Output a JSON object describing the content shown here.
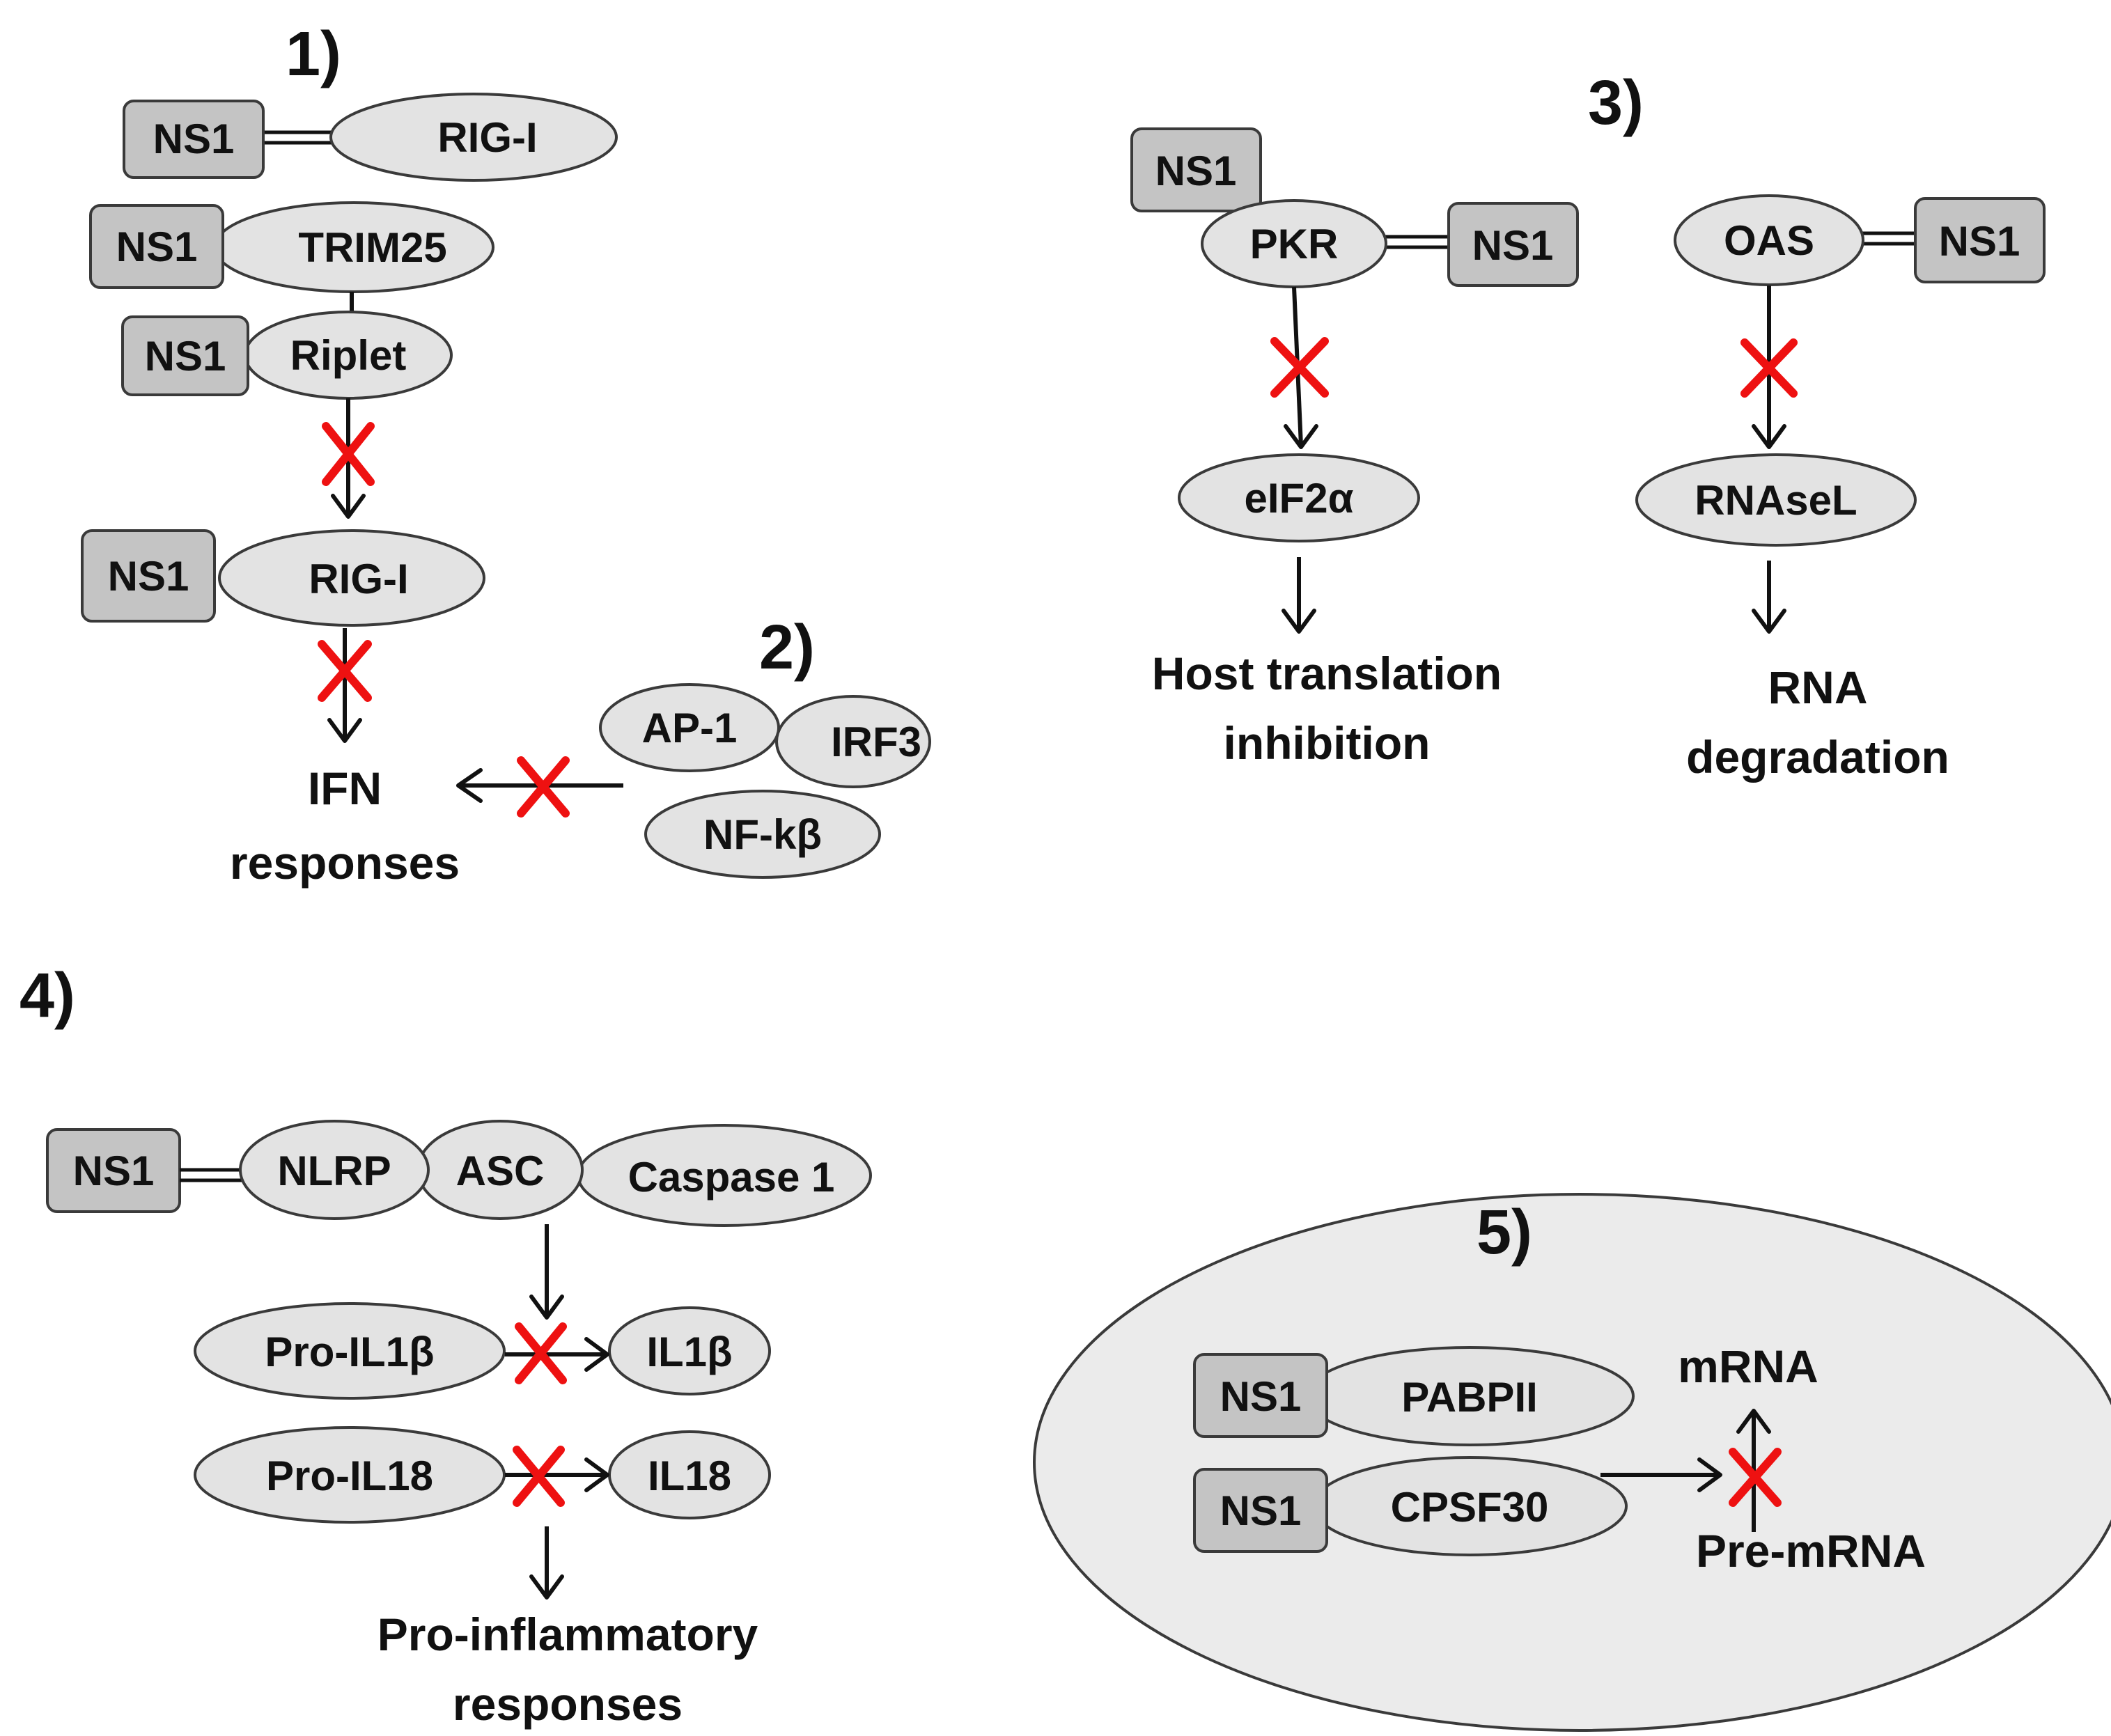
{
  "labels": {
    "n1": "1)",
    "n2": "2)",
    "n3": "3)",
    "n4": "4)",
    "n5": "5)",
    "ns1": "NS1",
    "rigi": "RIG-I",
    "trim25": "TRIM25",
    "riplet": "Riplet",
    "ifn_line1": "IFN",
    "ifn_line2": "responses",
    "ap1": "AP-1",
    "irf3": "IRF3",
    "nfkb": "NF-kβ",
    "pkr": "PKR",
    "eif2a": "eIF2α",
    "host_line1": "Host translation",
    "host_line2": "inhibition",
    "oas": "OAS",
    "rnasel": "RNAseL",
    "rna_line1": "RNA",
    "rna_line2": "degradation",
    "nlrp": "NLRP",
    "asc": "ASC",
    "caspase1": "Caspase 1",
    "proil1b": "Pro-IL1β",
    "il1b": "IL1β",
    "proil18": "Pro-IL18",
    "il18": "IL18",
    "proinf_line1": "Pro-inflammatory",
    "proinf_line2": "responses",
    "pabpii": "PABPII",
    "cpsf30": "CPSF30",
    "mrna": "mRNA",
    "premrna": "Pre-mRNA"
  },
  "colors": {
    "protein_fill": "#e3e3e3",
    "ns1_fill": "#c4c4c4",
    "nucleus_fill": "#ebebeb",
    "block_mark": "#ee1111"
  }
}
